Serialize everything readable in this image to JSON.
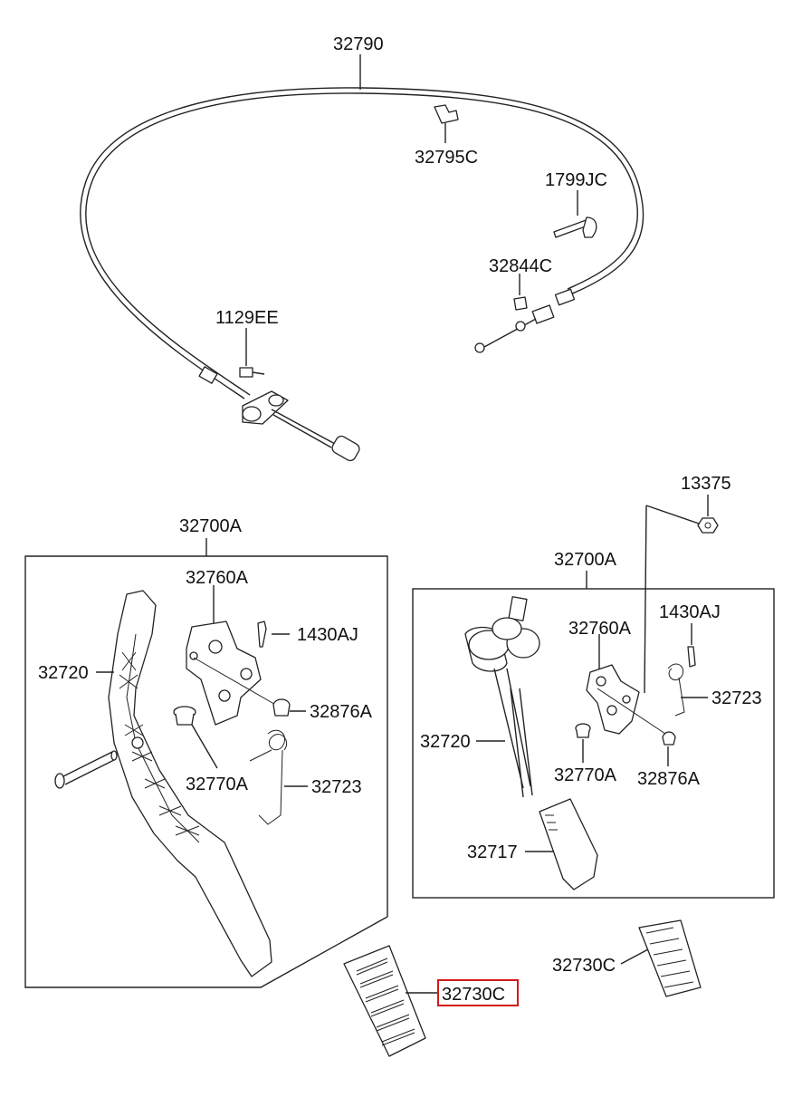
{
  "labels": {
    "cable": "32790",
    "clip": "32795C",
    "tie": "1799JC",
    "clip2": "32844C",
    "bolt": "1129EE",
    "nut": "13375",
    "assy_left": "32700A",
    "bracket_left": "32760A",
    "pin_left": "1430AJ",
    "arm_left": "32720",
    "stopper_left": "32876A",
    "bush_left": "32770A",
    "spring_left": "32723",
    "assy_right": "32700A",
    "bracket_right": "32760A",
    "pin_right": "1430AJ",
    "spring_right": "32723",
    "arm_right": "32720",
    "bush_right": "32770A",
    "stopper_right": "32876A",
    "pad_right": "32717",
    "pedal_pad_right": "32730C",
    "pedal_pad_highlight": "32730C"
  },
  "colors": {
    "highlight": "#d21a1a",
    "line": "#222222"
  }
}
